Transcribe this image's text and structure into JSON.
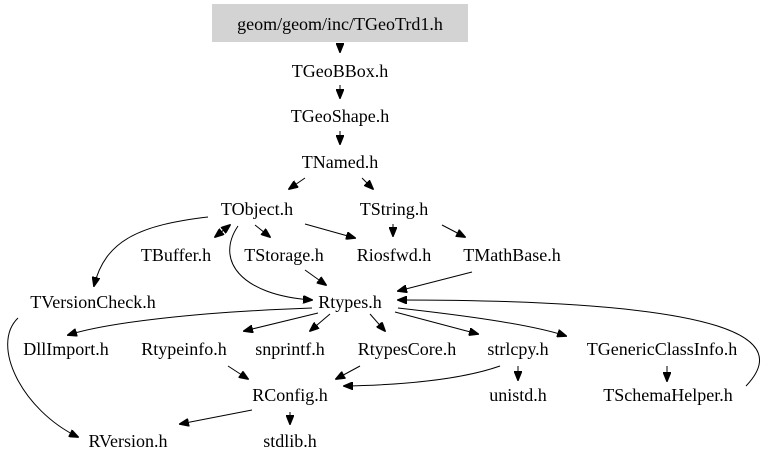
{
  "graph": {
    "root": {
      "id": "trd1",
      "label": "geom/geom/inc/TGeoTrd1.h",
      "fill": "#d3d3d3"
    },
    "nodes": [
      {
        "id": "bbox",
        "label": "TGeoBBox.h"
      },
      {
        "id": "shape",
        "label": "TGeoShape.h"
      },
      {
        "id": "named",
        "label": "TNamed.h"
      },
      {
        "id": "object",
        "label": "TObject.h"
      },
      {
        "id": "string",
        "label": "TString.h"
      },
      {
        "id": "buffer",
        "label": "TBuffer.h"
      },
      {
        "id": "storage",
        "label": "TStorage.h"
      },
      {
        "id": "riosfwd",
        "label": "Riosfwd.h"
      },
      {
        "id": "mathbase",
        "label": "TMathBase.h"
      },
      {
        "id": "vcheck",
        "label": "TVersionCheck.h"
      },
      {
        "id": "rtypes",
        "label": "Rtypes.h"
      },
      {
        "id": "dllimport",
        "label": "DllImport.h"
      },
      {
        "id": "rtypeinfo",
        "label": "Rtypeinfo.h"
      },
      {
        "id": "snprintf",
        "label": "snprintf.h"
      },
      {
        "id": "rtcore",
        "label": "RtypesCore.h"
      },
      {
        "id": "strlcpy",
        "label": "strlcpy.h"
      },
      {
        "id": "gci",
        "label": "TGenericClassInfo.h"
      },
      {
        "id": "rconfig",
        "label": "RConfig.h"
      },
      {
        "id": "unistd",
        "label": "unistd.h"
      },
      {
        "id": "schema",
        "label": "TSchemaHelper.h"
      },
      {
        "id": "rversion",
        "label": "RVersion.h"
      },
      {
        "id": "stdlib",
        "label": "stdlib.h"
      }
    ],
    "edges": [
      [
        "trd1",
        "bbox"
      ],
      [
        "bbox",
        "shape"
      ],
      [
        "shape",
        "named"
      ],
      [
        "named",
        "object"
      ],
      [
        "named",
        "string"
      ],
      [
        "object",
        "buffer"
      ],
      [
        "object",
        "storage"
      ],
      [
        "object",
        "riosfwd"
      ],
      [
        "object",
        "vcheck"
      ],
      [
        "object",
        "rtypes"
      ],
      [
        "string",
        "riosfwd"
      ],
      [
        "string",
        "mathbase"
      ],
      [
        "storage",
        "rtypes"
      ],
      [
        "mathbase",
        "rtypes"
      ],
      [
        "vcheck",
        "rversion"
      ],
      [
        "rtypes",
        "dllimport"
      ],
      [
        "rtypes",
        "rtypeinfo"
      ],
      [
        "rtypes",
        "snprintf"
      ],
      [
        "rtypes",
        "rtcore"
      ],
      [
        "rtypes",
        "strlcpy"
      ],
      [
        "rtypes",
        "gci"
      ],
      [
        "rtypeinfo",
        "rconfig"
      ],
      [
        "rtcore",
        "rconfig"
      ],
      [
        "strlcpy",
        "rconfig"
      ],
      [
        "strlcpy",
        "unistd"
      ],
      [
        "gci",
        "schema"
      ],
      [
        "schema",
        "rtypes"
      ],
      [
        "rconfig",
        "rversion"
      ],
      [
        "rconfig",
        "stdlib"
      ],
      [
        "buffer",
        "object"
      ]
    ]
  }
}
